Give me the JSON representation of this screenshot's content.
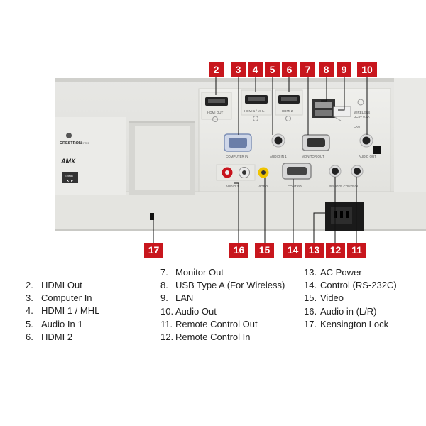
{
  "panel": {
    "port_labels": {
      "hdmi_out": "HDMI OUT",
      "hdmi1": "HDMI 1 / MHL",
      "hdmi2": "HDMI 2",
      "computer_in": "COMPUTER IN",
      "audio_in_1": "AUDIO IN 1",
      "monitor_out": "MONITOR OUT",
      "audio_out": "AUDIO OUT",
      "wireless": "WIRELESS",
      "wireless_power": "DC5V 0.5A",
      "lan": "LAN",
      "control": "CONTROL",
      "video": "VIDEO",
      "audio_lr": "AUDIO 2",
      "remote_control": "REMOTE CONTROL"
    },
    "logos": {
      "crestron": "CRESTRON",
      "crestron_sub": "CONNECTED",
      "amx": "AMX",
      "hdbaset": "Extron",
      "xtp": "XTP"
    }
  },
  "callouts": [
    {
      "n": "2"
    },
    {
      "n": "3"
    },
    {
      "n": "4"
    },
    {
      "n": "5"
    },
    {
      "n": "6"
    },
    {
      "n": "7"
    },
    {
      "n": "8"
    },
    {
      "n": "9"
    },
    {
      "n": "10"
    },
    {
      "n": "17"
    },
    {
      "n": "16"
    },
    {
      "n": "15"
    },
    {
      "n": "14"
    },
    {
      "n": "13"
    },
    {
      "n": "12"
    },
    {
      "n": "11"
    }
  ],
  "legend": {
    "col1": [
      {
        "num": "2.",
        "label": "HDMI Out"
      },
      {
        "num": "3.",
        "label": "Computer In"
      },
      {
        "num": "4.",
        "label": "HDMI 1 / MHL"
      },
      {
        "num": "5.",
        "label": "Audio In 1"
      },
      {
        "num": "6.",
        "label": "HDMI 2"
      }
    ],
    "col2": [
      {
        "num": "7.",
        "label": "Monitor Out"
      },
      {
        "num": "8.",
        "label": "USB Type A (For Wireless)"
      },
      {
        "num": "9.",
        "label": "LAN"
      },
      {
        "num": "10.",
        "label": "Audio Out"
      },
      {
        "num": "11.",
        "label": "Remote Control Out"
      },
      {
        "num": "12.",
        "label": "Remote Control In"
      }
    ],
    "col3": [
      {
        "num": "13.",
        "label": "AC Power"
      },
      {
        "num": "14.",
        "label": "Control (RS-232C)"
      },
      {
        "num": "15.",
        "label": "Video"
      },
      {
        "num": "16.",
        "label": "Audio in  (L/R)"
      },
      {
        "num": "17.",
        "label": "Kensington Lock"
      }
    ]
  }
}
